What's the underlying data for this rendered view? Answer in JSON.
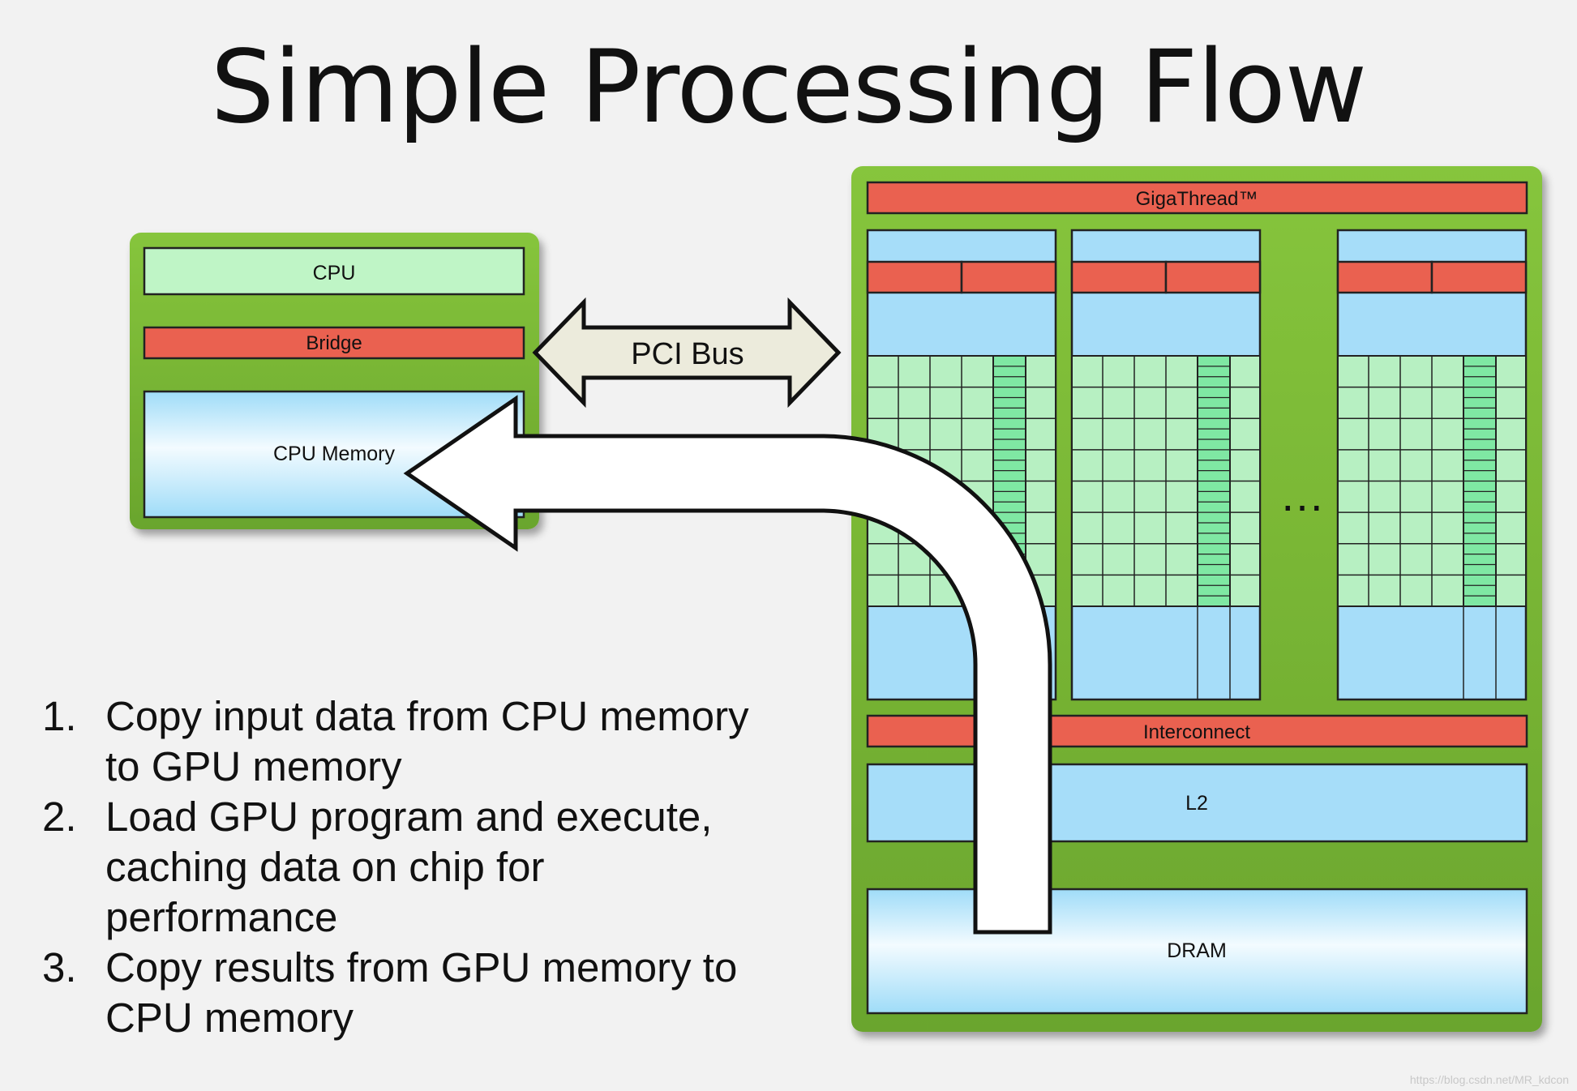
{
  "title": "Simple Processing Flow",
  "host": {
    "cpu_label": "CPU",
    "bridge_label": "Bridge",
    "memory_label": "CPU Memory"
  },
  "bus": {
    "label": "PCI Bus"
  },
  "gpu": {
    "scheduler_label": "GigaThread™",
    "ellipsis": "…",
    "interconnect_label": "Interconnect",
    "cache_label": "L2",
    "dram_label": "DRAM"
  },
  "steps": [
    {
      "number": "1.",
      "lines": [
        "Copy input data from CPU memory",
        "to GPU memory"
      ]
    },
    {
      "number": "2.",
      "lines": [
        "Load GPU program and execute,",
        "caching data on chip for",
        "performance"
      ]
    },
    {
      "number": "3.",
      "lines": [
        "Copy results from GPU memory to",
        "CPU memory"
      ]
    }
  ],
  "watermark": "https://blog.csdn.net/MR_kdcon",
  "colors": {
    "board_green": "#7fbf3a",
    "red_bar": "#ea6150",
    "light_blue": "#a6ddf9",
    "light_green_cell": "#b7f0c2",
    "mid_green_cell": "#7fe8a3",
    "cpu_box": "#bff5c6",
    "pci_arrow_fill": "#ecebdc",
    "flow_arrow_fill": "#ffffff"
  }
}
